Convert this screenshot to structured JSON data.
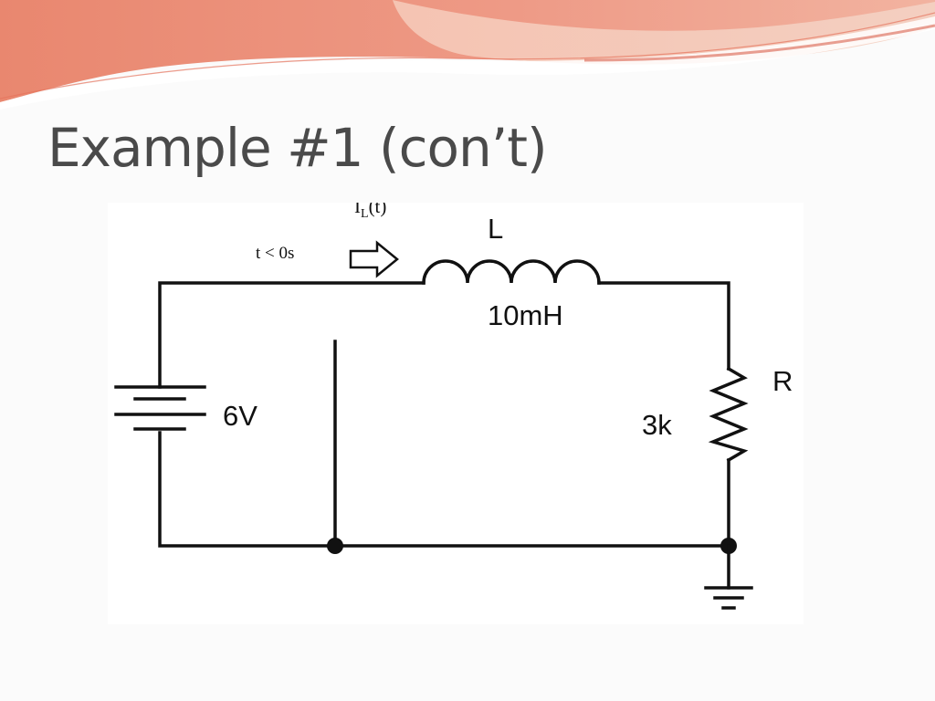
{
  "slide": {
    "title": "Example #1 (con’t)"
  },
  "circuit": {
    "current_label_main": "I",
    "current_label_sub": "L",
    "current_label_tail": "(t)",
    "time_condition": "t < 0s",
    "inductor_name": "L",
    "inductor_value": "10mH",
    "resistor_name": "R",
    "resistor_value": "3k",
    "source_value": "6V"
  },
  "colors": {
    "banner_primary": "#e8806c",
    "banner_light": "#f4b9a6",
    "banner_white": "#ffffff",
    "title_text": "#4a4a4a",
    "wire": "#111111"
  }
}
